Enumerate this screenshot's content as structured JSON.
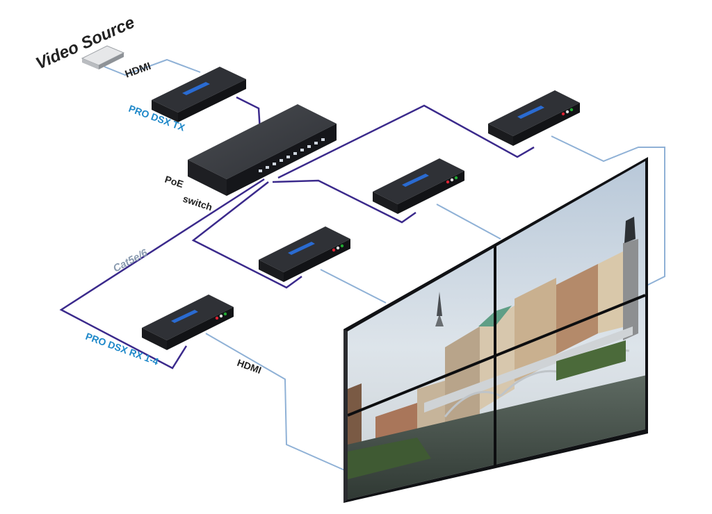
{
  "labels": {
    "video_source": "Video Source",
    "hdmi_top": "HDMI",
    "tx": "PRO DSX TX",
    "poe_line1": "PoE",
    "poe_line2": "switch",
    "cat": "Cat5e/6",
    "rx": "PRO DSX RX 1-4",
    "hdmi_bottom": "HDMI"
  },
  "colors": {
    "label_blue": "#1e88c9",
    "cat_gray": "#8a9bb0",
    "cable_purple": "#3b2a8c",
    "cable_light": "#8fb1d6",
    "device_dark": "#26282c",
    "text_dark": "#222222"
  },
  "icons": {
    "tx": "receiver-box-icon",
    "rx": "receiver-box-icon",
    "switch": "network-switch-icon",
    "source": "media-player-icon",
    "wall": "video-wall-icon"
  }
}
